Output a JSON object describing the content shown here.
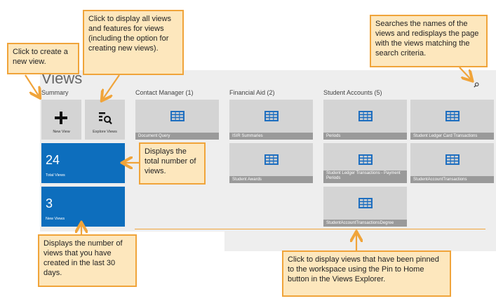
{
  "page": {
    "title": "Views",
    "summary_label": "Summary"
  },
  "summary": {
    "new_view": "New View",
    "explore_views": "Explore Views",
    "total_views_count": "24",
    "total_views_label": "Total Views",
    "new_views_count": "3",
    "new_views_label": "New Views"
  },
  "groups": [
    {
      "label": "Contact Manager (1)",
      "tiles": [
        "Document Query"
      ]
    },
    {
      "label": "Financial Aid (2)",
      "tiles": [
        "ISIR Summaries",
        "Student Awards"
      ]
    },
    {
      "label": "Student Accounts (5)",
      "tiles": [
        "Periods",
        "Student Ledger Card Transactions",
        "Student Ledger Transactions - Payment Periods",
        "StudentAccountTransactions",
        "StudentAccountTransactionsDegree"
      ]
    }
  ],
  "callouts": {
    "create": "Click to create a new view.",
    "explore": "Click to display all views and features for views (including the option for creating new views).",
    "search": "Searches the names of the views and redisplays the page with the views matching the search criteria.",
    "total": "Displays the total number of views.",
    "recent": "Displays the number of views that you have created in the last 30 days.",
    "pinned": "Click to display views that have been pinned to the workspace using the Pin to Home button in the Views Explorer."
  },
  "colors": {
    "accent_blue": "#0d6ebd",
    "callout_border": "#f0a43a",
    "callout_fill": "#fde7bd"
  }
}
